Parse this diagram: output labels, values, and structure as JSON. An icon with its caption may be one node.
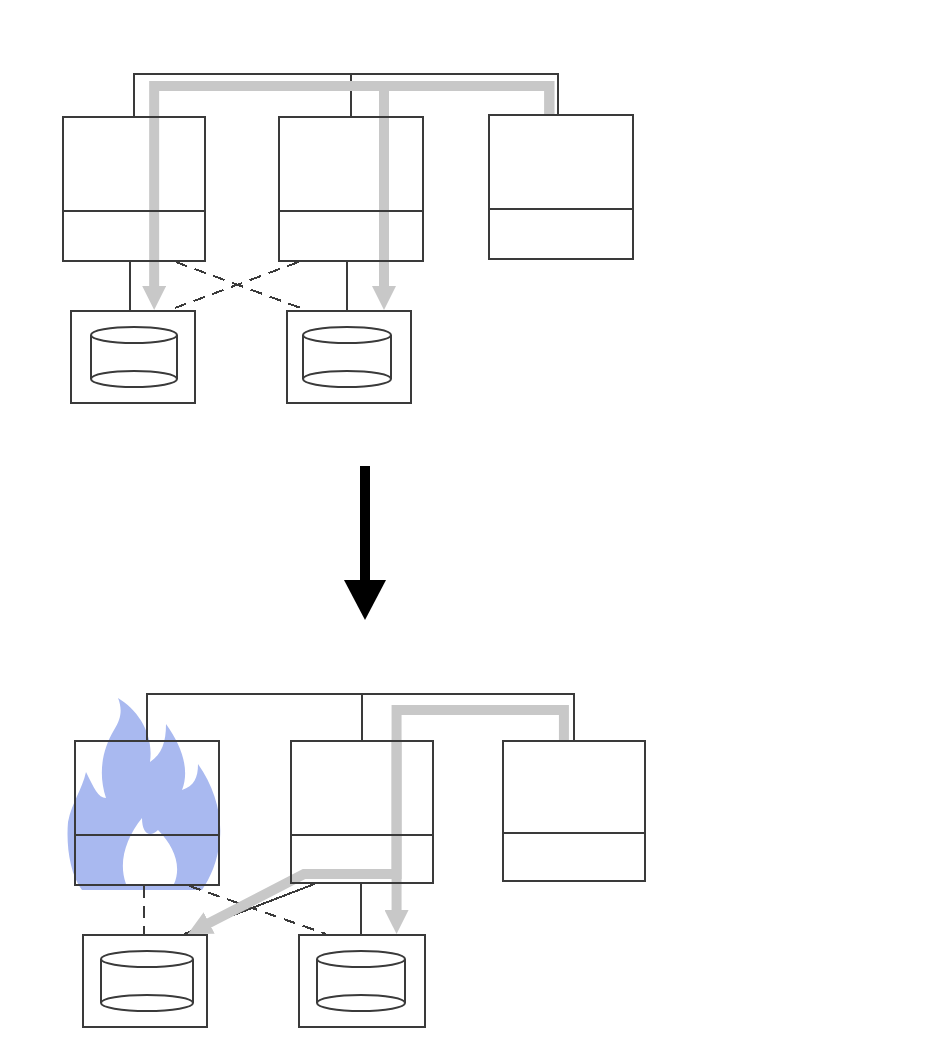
{
  "diagram": {
    "nodes": [
      {
        "text": [],
        "shape": "box"
      },
      {
        "text": [],
        "shape": "box"
      },
      {
        "text": [],
        "shape": "box"
      },
      {
        "text": [],
        "shape": "box"
      },
      {
        "text": [],
        "shape": "cylinder",
        "in": 3
      },
      {
        "text": [],
        "shape": "box"
      },
      {
        "text": [],
        "shape": "cylinder",
        "in": 5
      },
      {
        "text": [],
        "shape": "picture"
      },
      {
        "text": [],
        "shape": "box",
        "in": 7
      },
      {
        "text": [],
        "shape": "box"
      },
      {
        "text": [],
        "shape": "box"
      },
      {
        "text": [],
        "shape": "box"
      },
      {
        "text": [],
        "shape": "cylinder",
        "in": 11
      },
      {
        "text": [],
        "shape": "box"
      },
      {
        "text": [],
        "shape": "cylinder",
        "in": 13
      }
    ],
    "edges": [
      {
        "from": 0,
        "to": 1,
        "arrow": "none"
      },
      {
        "from": 1,
        "to": 2,
        "arrow": "none"
      },
      {
        "from": 0,
        "to": 3,
        "arrow": "none"
      },
      {
        "from": 1,
        "to": 5,
        "arrow": "none"
      },
      {
        "from": 0,
        "to": 5,
        "arrow": "none",
        "style": "dashed"
      },
      {
        "from": 1,
        "to": 3,
        "arrow": "none",
        "style": "dashed"
      },
      {
        "from": 2,
        "to": 0,
        "arrow": "none",
        "style": "thick",
        "color": "#c8c8c8"
      },
      {
        "from": 0,
        "to": 3,
        "arrow": "to",
        "style": "thick",
        "color": "#c8c8c8"
      },
      {
        "from": 2,
        "to": 1,
        "arrow": "none",
        "style": "thick",
        "color": "#c8c8c8"
      },
      {
        "from": 1,
        "to": 5,
        "arrow": "to",
        "style": "thick",
        "color": "#c8c8c8"
      },
      {
        "from": 8,
        "to": 9,
        "arrow": "none"
      },
      {
        "from": 9,
        "to": 10,
        "arrow": "none"
      },
      {
        "from": 8,
        "to": 11,
        "arrow": "none",
        "style": "dashed"
      },
      {
        "from": 8,
        "to": 13,
        "arrow": "none",
        "style": "dashed"
      },
      {
        "from": 9,
        "to": 11,
        "arrow": "none"
      },
      {
        "from": 9,
        "to": 13,
        "arrow": "none"
      },
      {
        "from": 10,
        "to": 9,
        "arrow": "none",
        "style": "thick",
        "color": "#c8c8c8"
      },
      {
        "from": 9,
        "to": 11,
        "arrow": "to",
        "style": "thick",
        "color": "#c8c8c8"
      },
      {
        "from": 9,
        "to": 13,
        "arrow": "to",
        "style": "thick",
        "color": "#c8c8c8"
      }
    ]
  }
}
